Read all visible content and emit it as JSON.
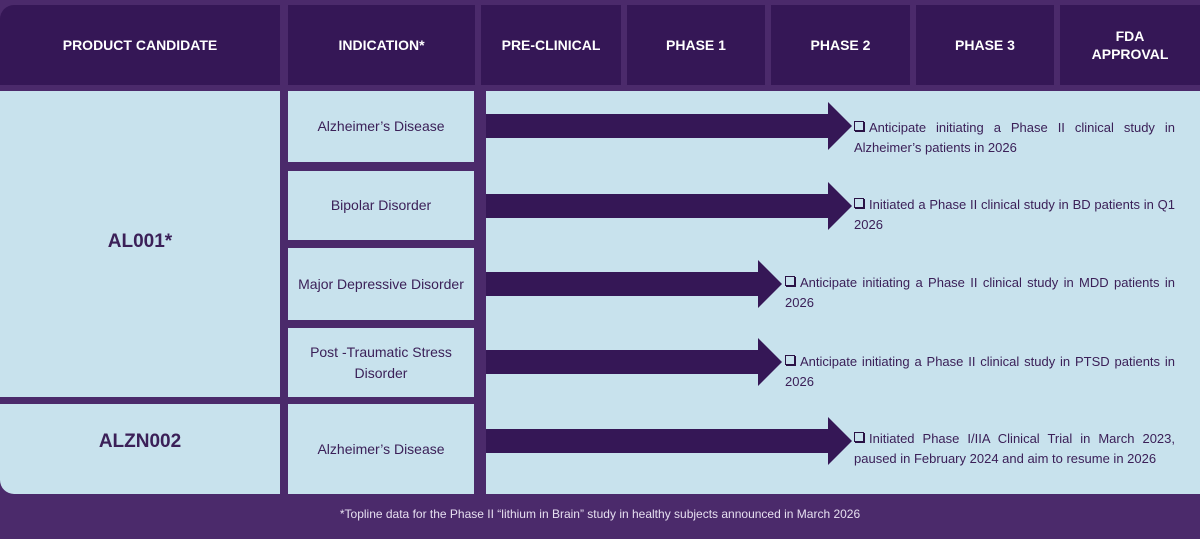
{
  "header": {
    "columns": [
      "PRODUCT CANDIDATE",
      "INDICATION*",
      "PRE-CLINICAL",
      "PHASE 1",
      "PHASE 2",
      "PHASE 3",
      "FDA APPROVAL"
    ]
  },
  "candidates": [
    {
      "name": "AL001*"
    },
    {
      "name": "ALZN002"
    }
  ],
  "rows": [
    {
      "candidate": "AL001*",
      "indication": "Alzheimer’s Disease",
      "stage": "Phase 2",
      "note": "Anticipate initiating a Phase II clinical study in Alzheimer’s patients in 2026"
    },
    {
      "candidate": "AL001*",
      "indication": "Bipolar Disorder",
      "stage": "Phase 2",
      "note": "Initiated a Phase II clinical study in BD patients in Q1 2026"
    },
    {
      "candidate": "AL001*",
      "indication": "Major Depressive Disorder",
      "stage": "Phase 1",
      "note": "Anticipate initiating a Phase II clinical study in MDD patients in 2026"
    },
    {
      "candidate": "AL001*",
      "indication": "Post -Traumatic Stress Disorder",
      "stage": "Phase 1",
      "note": "Anticipate initiating a Phase II clinical study in PTSD patients in 2026"
    },
    {
      "candidate": "ALZN002",
      "indication": "Alzheimer’s Disease",
      "stage": "Phase 2",
      "note": "Initiated Phase I/IIA Clinical Trial in March 2023, paused in February 2024 and aim to resume in 2026"
    }
  ],
  "footer": "*Topline data for the Phase II “lithium in Brain” study in healthy subjects announced in March 2026",
  "colors": {
    "background": "#4b2a6b",
    "header": "#351756",
    "cell": "#c8e2ed",
    "arrow": "#351756",
    "text": "#3b2058"
  }
}
